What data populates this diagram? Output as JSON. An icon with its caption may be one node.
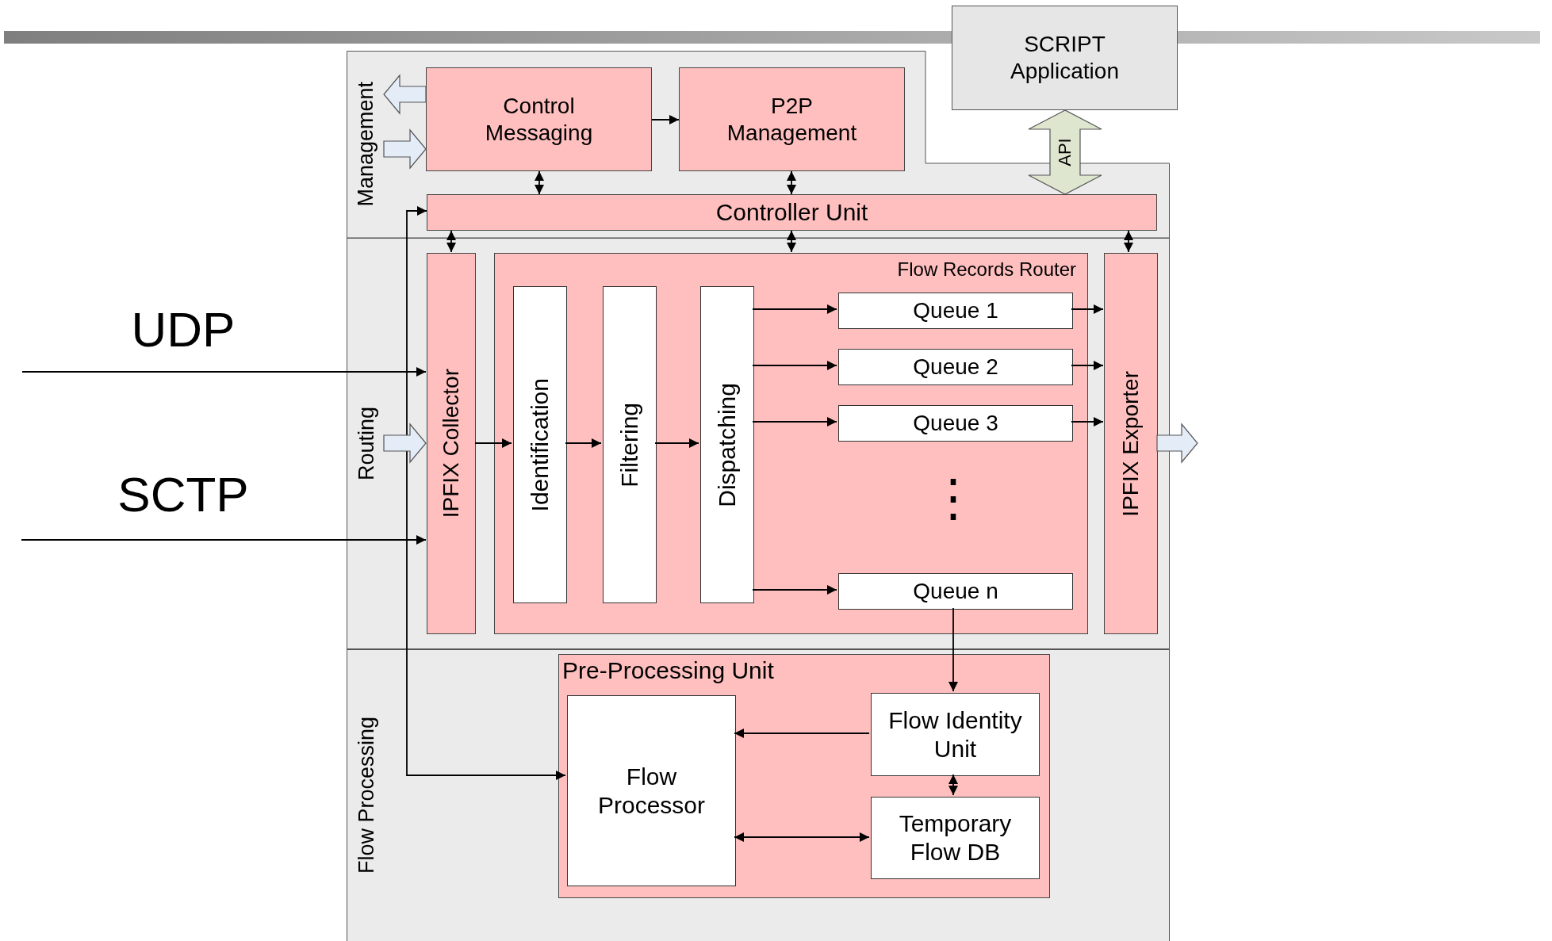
{
  "diagram": {
    "nodes": [
      {
        "text": [
          "Management"
        ]
      },
      {
        "text": [
          "Control Messaging"
        ],
        "in": 0
      },
      {
        "text": [
          "P2P Management"
        ],
        "in": 0
      },
      {
        "text": [
          "Controller Unit"
        ],
        "in": 0
      },
      {
        "text": [
          "Routing"
        ]
      },
      {
        "text": [
          "IPFIX Collector"
        ],
        "in": 4
      },
      {
        "text": [
          "Flow Records Router"
        ],
        "in": 4
      },
      {
        "text": [
          "Identification"
        ],
        "in": 6
      },
      {
        "text": [
          "Filtering"
        ],
        "in": 6
      },
      {
        "text": [
          "Dispatching"
        ],
        "in": 6
      },
      {
        "text": [
          "Queue 1"
        ],
        "in": 6
      },
      {
        "text": [
          "Queue 2"
        ],
        "in": 6
      },
      {
        "text": [
          "Queue 3"
        ],
        "in": 6
      },
      {
        "text": [
          "Queue n"
        ],
        "in": 6
      },
      {
        "text": [
          "IPFIX Exporter"
        ],
        "in": 4
      },
      {
        "text": [
          "Flow Processing"
        ]
      },
      {
        "text": [
          "Pre-Processing Unit"
        ],
        "in": 15
      },
      {
        "text": [
          "Flow Processor"
        ],
        "in": 16
      },
      {
        "text": [
          "Flow Identity Unit"
        ],
        "in": 16
      },
      {
        "text": [
          "Temporary Flow DB"
        ],
        "in": 16
      },
      {
        "text": [
          "SCRIPT Application"
        ]
      }
    ],
    "edges": [
      {
        "from": 1,
        "to": 2,
        "arrow": "to"
      },
      {
        "from": 1,
        "to": 3,
        "arrow": "both"
      },
      {
        "from": 2,
        "to": 3,
        "arrow": "both"
      },
      {
        "from": 3,
        "to": 5,
        "arrow": "both"
      },
      {
        "from": 3,
        "to": 6,
        "arrow": "both"
      },
      {
        "from": 3,
        "to": 14,
        "arrow": "both"
      },
      {
        "from": 3,
        "to": 17,
        "arrow": "both"
      },
      {
        "from": null,
        "to": 5,
        "arrow": "to",
        "label": "UDP"
      },
      {
        "from": null,
        "to": 5,
        "arrow": "to",
        "label": "SCTP"
      },
      {
        "from": 5,
        "to": 7,
        "arrow": "to"
      },
      {
        "from": 7,
        "to": 8,
        "arrow": "to"
      },
      {
        "from": 8,
        "to": 9,
        "arrow": "to"
      },
      {
        "from": 9,
        "to": 10,
        "arrow": "to"
      },
      {
        "from": 9,
        "to": 11,
        "arrow": "to"
      },
      {
        "from": 9,
        "to": 12,
        "arrow": "to"
      },
      {
        "from": 9,
        "to": 13,
        "arrow": "to"
      },
      {
        "from": 10,
        "to": 14,
        "arrow": "to"
      },
      {
        "from": 11,
        "to": 14,
        "arrow": "to"
      },
      {
        "from": 12,
        "to": 14,
        "arrow": "to"
      },
      {
        "from": 13,
        "to": 18,
        "arrow": "to"
      },
      {
        "from": 18,
        "to": 17,
        "arrow": "to"
      },
      {
        "from": 18,
        "to": 19,
        "arrow": "both"
      },
      {
        "from": 17,
        "to": 19,
        "arrow": "both"
      },
      {
        "from": 1,
        "to": null,
        "arrow": "to",
        "style": "thick",
        "color": "#e3ecf7"
      },
      {
        "from": null,
        "to": 1,
        "arrow": "to",
        "style": "thick",
        "color": "#e3ecf7"
      },
      {
        "from": null,
        "to": 5,
        "arrow": "to",
        "style": "thick",
        "color": "#e3ecf7"
      },
      {
        "from": 14,
        "to": null,
        "arrow": "to",
        "style": "thick",
        "color": "#e3ecf7"
      },
      {
        "from": 20,
        "to": 3,
        "arrow": "both",
        "label": "API",
        "style": "thick",
        "color": "#dfe6cf"
      }
    ],
    "labels": [
      "⋮"
    ]
  }
}
